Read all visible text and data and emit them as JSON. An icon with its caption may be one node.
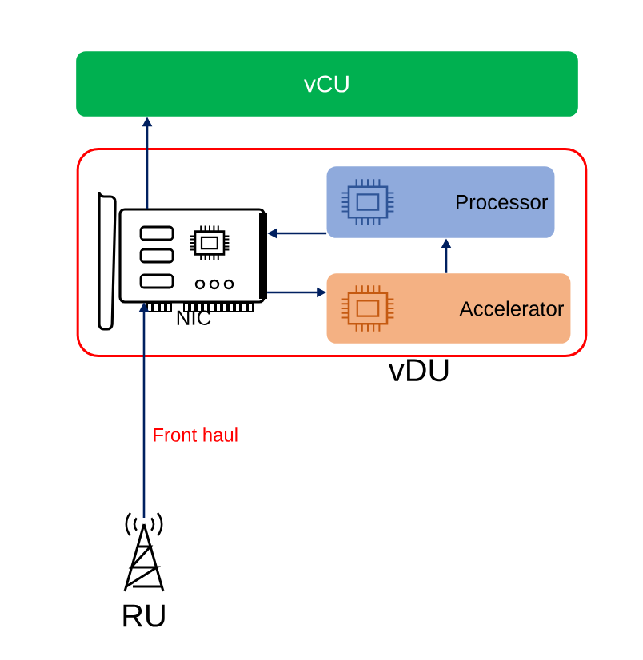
{
  "diagram": {
    "nodes": [
      {
        "text": [
          "vCU"
        ]
      },
      {
        "text": [
          "vDU"
        ]
      },
      {
        "text": [
          "NIC"
        ],
        "in": 1
      },
      {
        "text": [
          "Processor"
        ],
        "in": 1
      },
      {
        "text": [
          "Accelerator"
        ],
        "in": 1
      },
      {
        "text": [
          "RU"
        ]
      }
    ],
    "edges": [
      {
        "from": 5,
        "to": 2,
        "arrow": "to",
        "label": "Front haul"
      },
      {
        "from": 2,
        "to": 0,
        "arrow": "to"
      },
      {
        "from": 3,
        "to": 2,
        "arrow": "to"
      },
      {
        "from": 2,
        "to": 4,
        "arrow": "to"
      },
      {
        "from": 4,
        "to": 3,
        "arrow": "to"
      }
    ]
  }
}
